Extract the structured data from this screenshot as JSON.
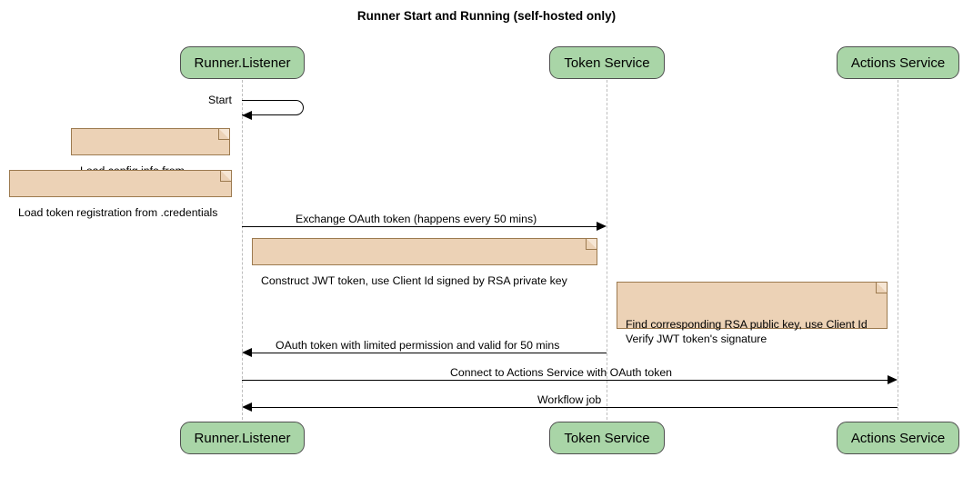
{
  "title": "Runner Start and Running (self-hosted only)",
  "participants": [
    {
      "name": "Runner.Listener"
    },
    {
      "name": "Token Service"
    },
    {
      "name": "Actions Service"
    }
  ],
  "notes": [
    {
      "text": "Load config info from .runner"
    },
    {
      "text": "Load token registration from .credentials"
    },
    {
      "text": "Construct JWT token, use Client Id signed by RSA private key"
    },
    {
      "text": "Find corresponding RSA public key, use Client Id\nVerify JWT token's signature"
    }
  ],
  "messages": [
    {
      "label": "Start"
    },
    {
      "label": "Exchange OAuth token (happens every 50 mins)"
    },
    {
      "label": "OAuth token with limited permission and valid for 50 mins"
    },
    {
      "label": "Connect to Actions Service with OAuth token"
    },
    {
      "label": "Workflow job"
    }
  ],
  "colors": {
    "participant_fill": "#a9d5a7",
    "participant_border": "#4f4f4f",
    "note_fill": "#ecd2b6",
    "note_border": "#9c7a4f",
    "lifeline": "#bdbdbd",
    "line": "#000000"
  }
}
